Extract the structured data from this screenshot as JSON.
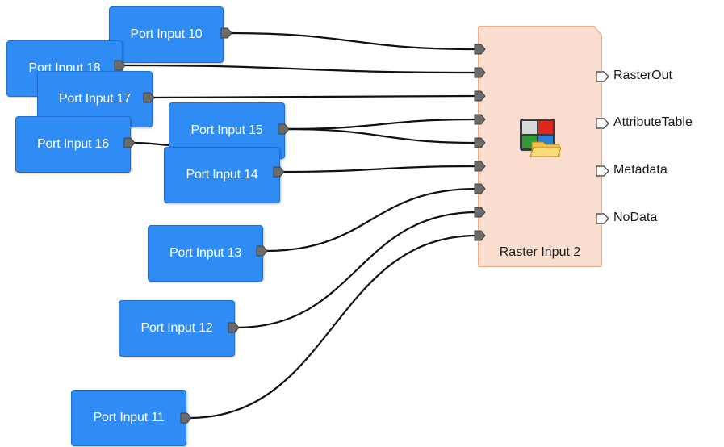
{
  "port_inputs": [
    {
      "key": "p10",
      "label": "Port Input 10"
    },
    {
      "key": "p18",
      "label": "Port Input 18"
    },
    {
      "key": "p17",
      "label": "Port Input 17"
    },
    {
      "key": "p16",
      "label": "Port Input 16"
    },
    {
      "key": "p15",
      "label": "Port Input 15"
    },
    {
      "key": "p14",
      "label": "Port Input 14"
    },
    {
      "key": "p13",
      "label": "Port Input 13"
    },
    {
      "key": "p12",
      "label": "Port Input 12"
    },
    {
      "key": "p11",
      "label": "Port Input 11"
    }
  ],
  "raster_node": {
    "title": "Raster Input 2",
    "icon": "raster-folder-icon",
    "outputs": [
      "RasterOut",
      "AttributeTable",
      "Metadata",
      "NoData"
    ]
  },
  "colors": {
    "port_node_fill": "#2f8cf5",
    "port_node_text": "#ffffff",
    "raster_node_fill": "#f9ded0",
    "raster_node_border": "#eeae86",
    "wire": "#111111",
    "handle": "#6b6b6b"
  }
}
